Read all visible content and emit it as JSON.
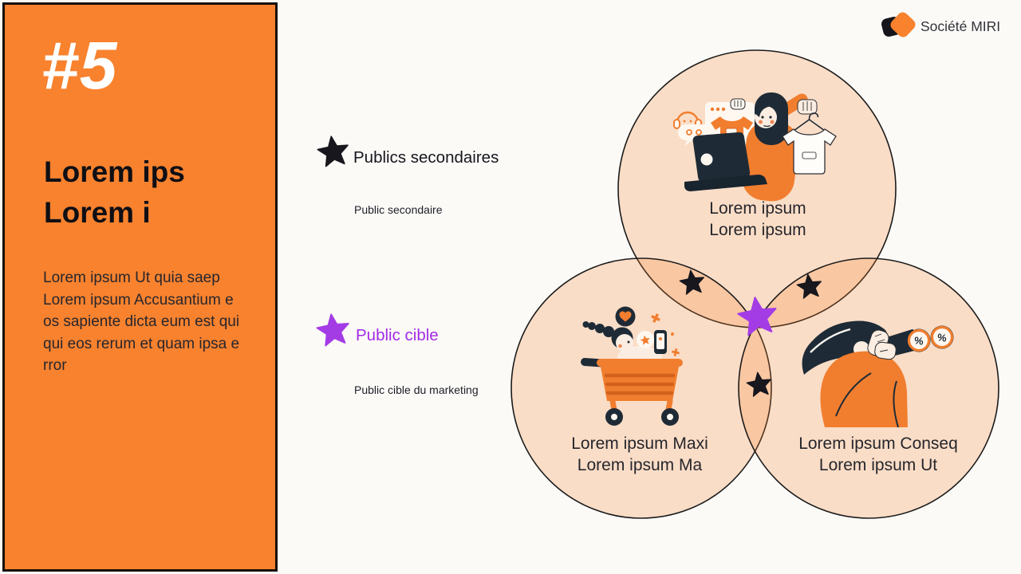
{
  "slide": {
    "number": "#5",
    "title": "Lorem ips\nLorem i",
    "body": "Lorem ipsum Ut quia saep\nLorem ipsum Accusantium e\nos sapiente dicta eum est qui\nqui eos rerum et quam ipsa e\nrror"
  },
  "logo": {
    "company": "Société MIRI"
  },
  "legend": {
    "secondary": {
      "label": "Publics secondaires",
      "sublabel": "Public secondaire",
      "star_color": "#17171D"
    },
    "target": {
      "label": "Public cible",
      "sublabel": "Public cible du marketing",
      "star_color": "#A43CE6",
      "label_color": "#A32BE6"
    }
  },
  "venn": {
    "percent_symbol": "%",
    "circle_fill": "rgba(248,130,46,0.24)",
    "circle_stroke": "#1B1B1B",
    "circles": [
      {
        "id": "top",
        "label": "Lorem ipsum\nLorem ipsum"
      },
      {
        "id": "bottom-left",
        "label": "Lorem ipsum Maxi\nLorem ipsum Ma"
      },
      {
        "id": "bottom-right",
        "label": "Lorem ipsum Conseq\nLorem ipsum Ut"
      }
    ]
  },
  "colors": {
    "panel_orange": "#F8822E",
    "background": "#FBFAF7",
    "panel_border": "#171008",
    "illustration_ink": "#1E2B36",
    "illustration_orange": "#F17E2F",
    "cart_stripe": "#D2611C"
  }
}
